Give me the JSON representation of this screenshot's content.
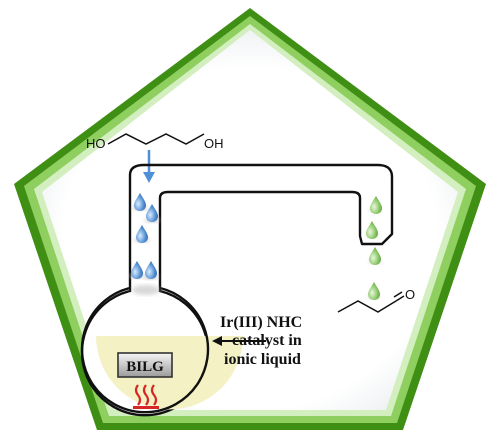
{
  "reactant": {
    "left_label": "HO",
    "right_label": "OH"
  },
  "product": {
    "label": "O"
  },
  "catalyst_label": {
    "line1": "Ir(III)  NHC",
    "line2": "catalyst  in",
    "line3": "ionic liquid"
  },
  "bilg_label": "BILG",
  "icons": {
    "heater": "heat-waves-icon",
    "drop": "droplet-icon"
  },
  "colors": {
    "frame_outer": "#4f9a1f",
    "frame_inner": "#a9d98a",
    "reactant_drop": "#4f86c6",
    "product_drop": "#7bbf5a",
    "feed_arrow": "#4f8fd8",
    "liquid": "#f3f1c0",
    "heater": "#d62728"
  }
}
